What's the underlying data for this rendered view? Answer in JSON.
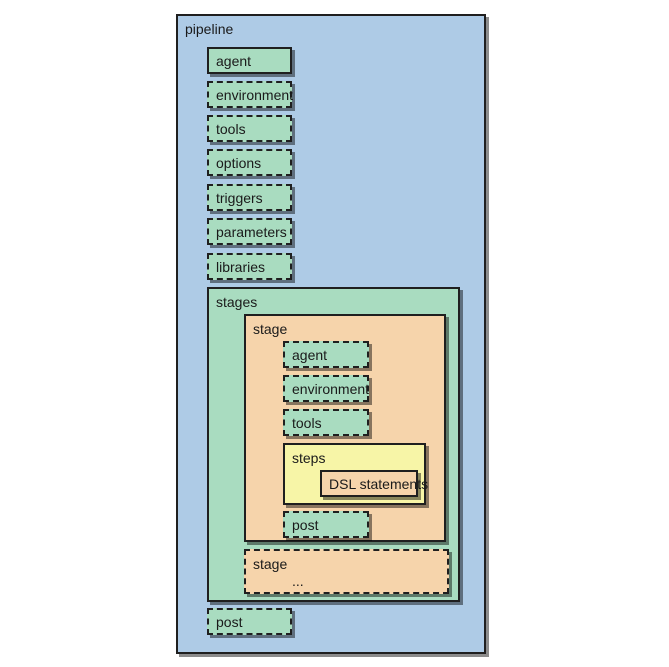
{
  "pipeline": {
    "label": "pipeline",
    "items": [
      "agent",
      "environment",
      "tools",
      "options",
      "triggers",
      "parameters",
      "libraries"
    ],
    "stages": {
      "label": "stages",
      "stage": {
        "label": "stage",
        "items": [
          "agent",
          "environment",
          "tools"
        ],
        "steps": {
          "label": "steps",
          "dsl": "DSL statements"
        },
        "post": "post"
      },
      "stage2": {
        "label": "stage",
        "ellipsis": "..."
      }
    },
    "post": "post"
  },
  "colors": {
    "pipeline": "#aecbe6",
    "directive": "#a9dcc0",
    "stage": "#f6d4ab",
    "steps": "#f7f5a7",
    "border": "#1f1f1f"
  }
}
